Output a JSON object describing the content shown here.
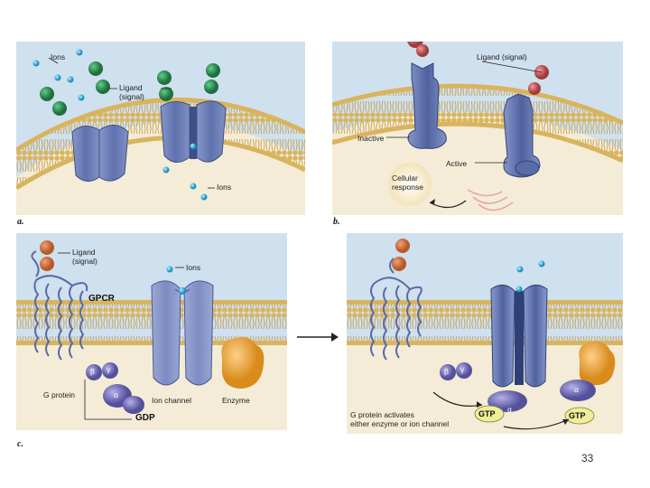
{
  "panel_a": {
    "letter": "a.",
    "labels": {
      "ions_top": "Ions",
      "ligand": "Ligand\n(signal)",
      "ions_bottom": "Ions"
    }
  },
  "panel_b": {
    "letter": "b.",
    "labels": {
      "ligand": "Ligand (signal)",
      "inactive": "Inactive",
      "active": "Active",
      "response": "Cellular\nresponse"
    }
  },
  "panel_c": {
    "letter": "c.",
    "labels": {
      "ligand": "Ligand\n(signal)",
      "ions": "Ions",
      "gpcr": "GPCR",
      "gprotein": "G protein",
      "ion_channel": "Ion channel",
      "enzyme": "Enzyme",
      "gdp": "GDP",
      "beta": "β",
      "gamma": "γ",
      "alpha": "α"
    }
  },
  "panel_d": {
    "labels": {
      "activates": "G protein activates\neither enzyme or ion channel",
      "gtp_left": "GTP",
      "gtp_right": "GTP",
      "beta": "β",
      "gamma": "γ",
      "alpha_left": "α",
      "alpha_right": "α"
    }
  },
  "page_number": "33",
  "colors": {
    "background": "#cfe0ee",
    "cytoplasm": "#f4ecd6",
    "membrane": "#d9b45e",
    "protein": "#6d80b8",
    "ligand_green": "#2f8f53",
    "ligand_red": "#b84a4a",
    "ion": "#2aa6d6",
    "enzyme": "#e8a33a",
    "gtp": "#f1ee9a"
  }
}
